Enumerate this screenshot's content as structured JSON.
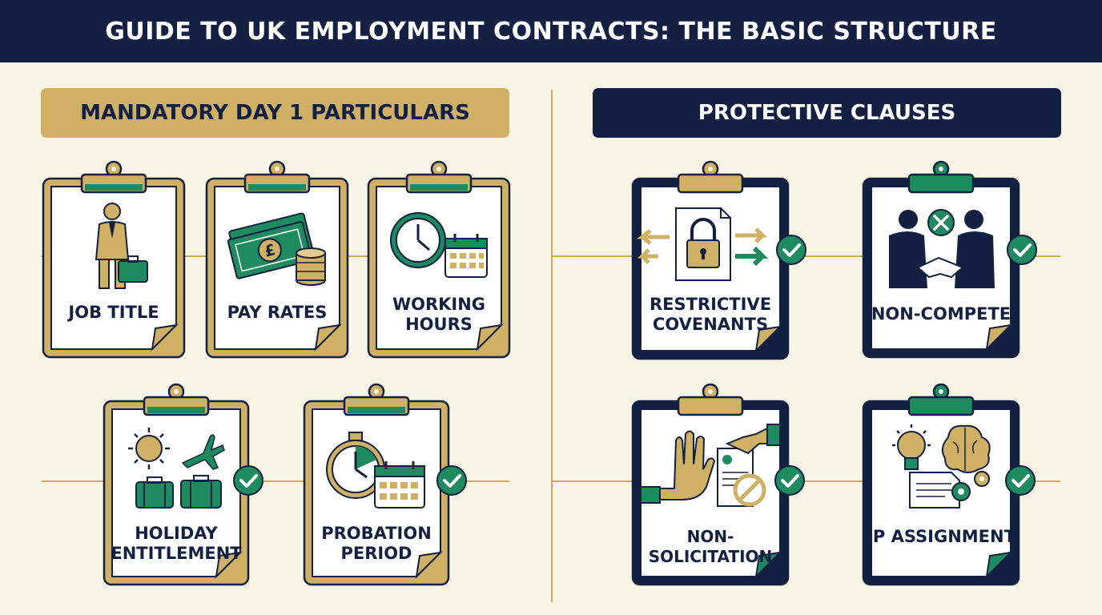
{
  "title": "GUIDE TO UK EMPLOYMENT CONTRACTS: THE BASIC STRUCTURE",
  "colors": {
    "navy": "#132042",
    "gold": "#c9ad63",
    "green": "#1e8a5f",
    "cream": "#f8f4e6"
  },
  "sections": {
    "mandatory": {
      "header": "MANDATORY DAY 1 PARTICULARS",
      "items": [
        {
          "label": "JOB TITLE",
          "icon": "businessman-briefcase-icon"
        },
        {
          "label": "PAY RATES",
          "icon": "banknotes-coins-icon"
        },
        {
          "label": "WORKING\nHOURS",
          "icon": "clock-calendar-icon"
        },
        {
          "label": "HOLIDAY\nENTITLEMENT",
          "icon": "sun-plane-luggage-icon"
        },
        {
          "label": "PROBATION\nPERIOD",
          "icon": "stopwatch-calendar-icon"
        }
      ]
    },
    "protective": {
      "header": "PROTECTIVE CLAUSES",
      "items": [
        {
          "label": "RESTRICTIVE\nCOVENANTS",
          "icon": "padlock-document-icon"
        },
        {
          "label": "NON-COMPETE",
          "icon": "handshake-icon"
        },
        {
          "label": "NON-SOLICITATION",
          "icon": "stop-hand-icon"
        },
        {
          "label": "IP ASSIGNMENT",
          "icon": "lightbulb-brain-icon"
        }
      ]
    }
  }
}
